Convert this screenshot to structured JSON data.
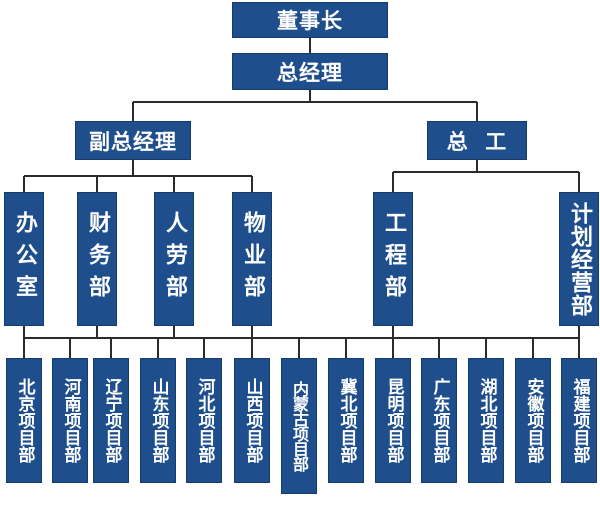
{
  "colors": {
    "box": "#1f4e8c",
    "text": "#ffffff",
    "line": "#2b2b2b"
  },
  "chairman": "董事长",
  "general_manager": "总经理",
  "deputy_gm": "副总经理",
  "chief_engineer": "总  工",
  "departments": {
    "office": "办公室",
    "finance": "财务部",
    "hr": "人劳部",
    "property": "物业部",
    "engineering": "工程部",
    "planning": "计划经营部"
  },
  "projects": [
    "北京项目部",
    "河南项目部",
    "辽宁项目部",
    "山东项目部",
    "河北项目部",
    "山西项目部",
    "内蒙古项目部",
    "冀北项目部",
    "昆明项目部",
    "广东项目部",
    "湖北项目部",
    "安徽项目部",
    "福建项目部"
  ]
}
